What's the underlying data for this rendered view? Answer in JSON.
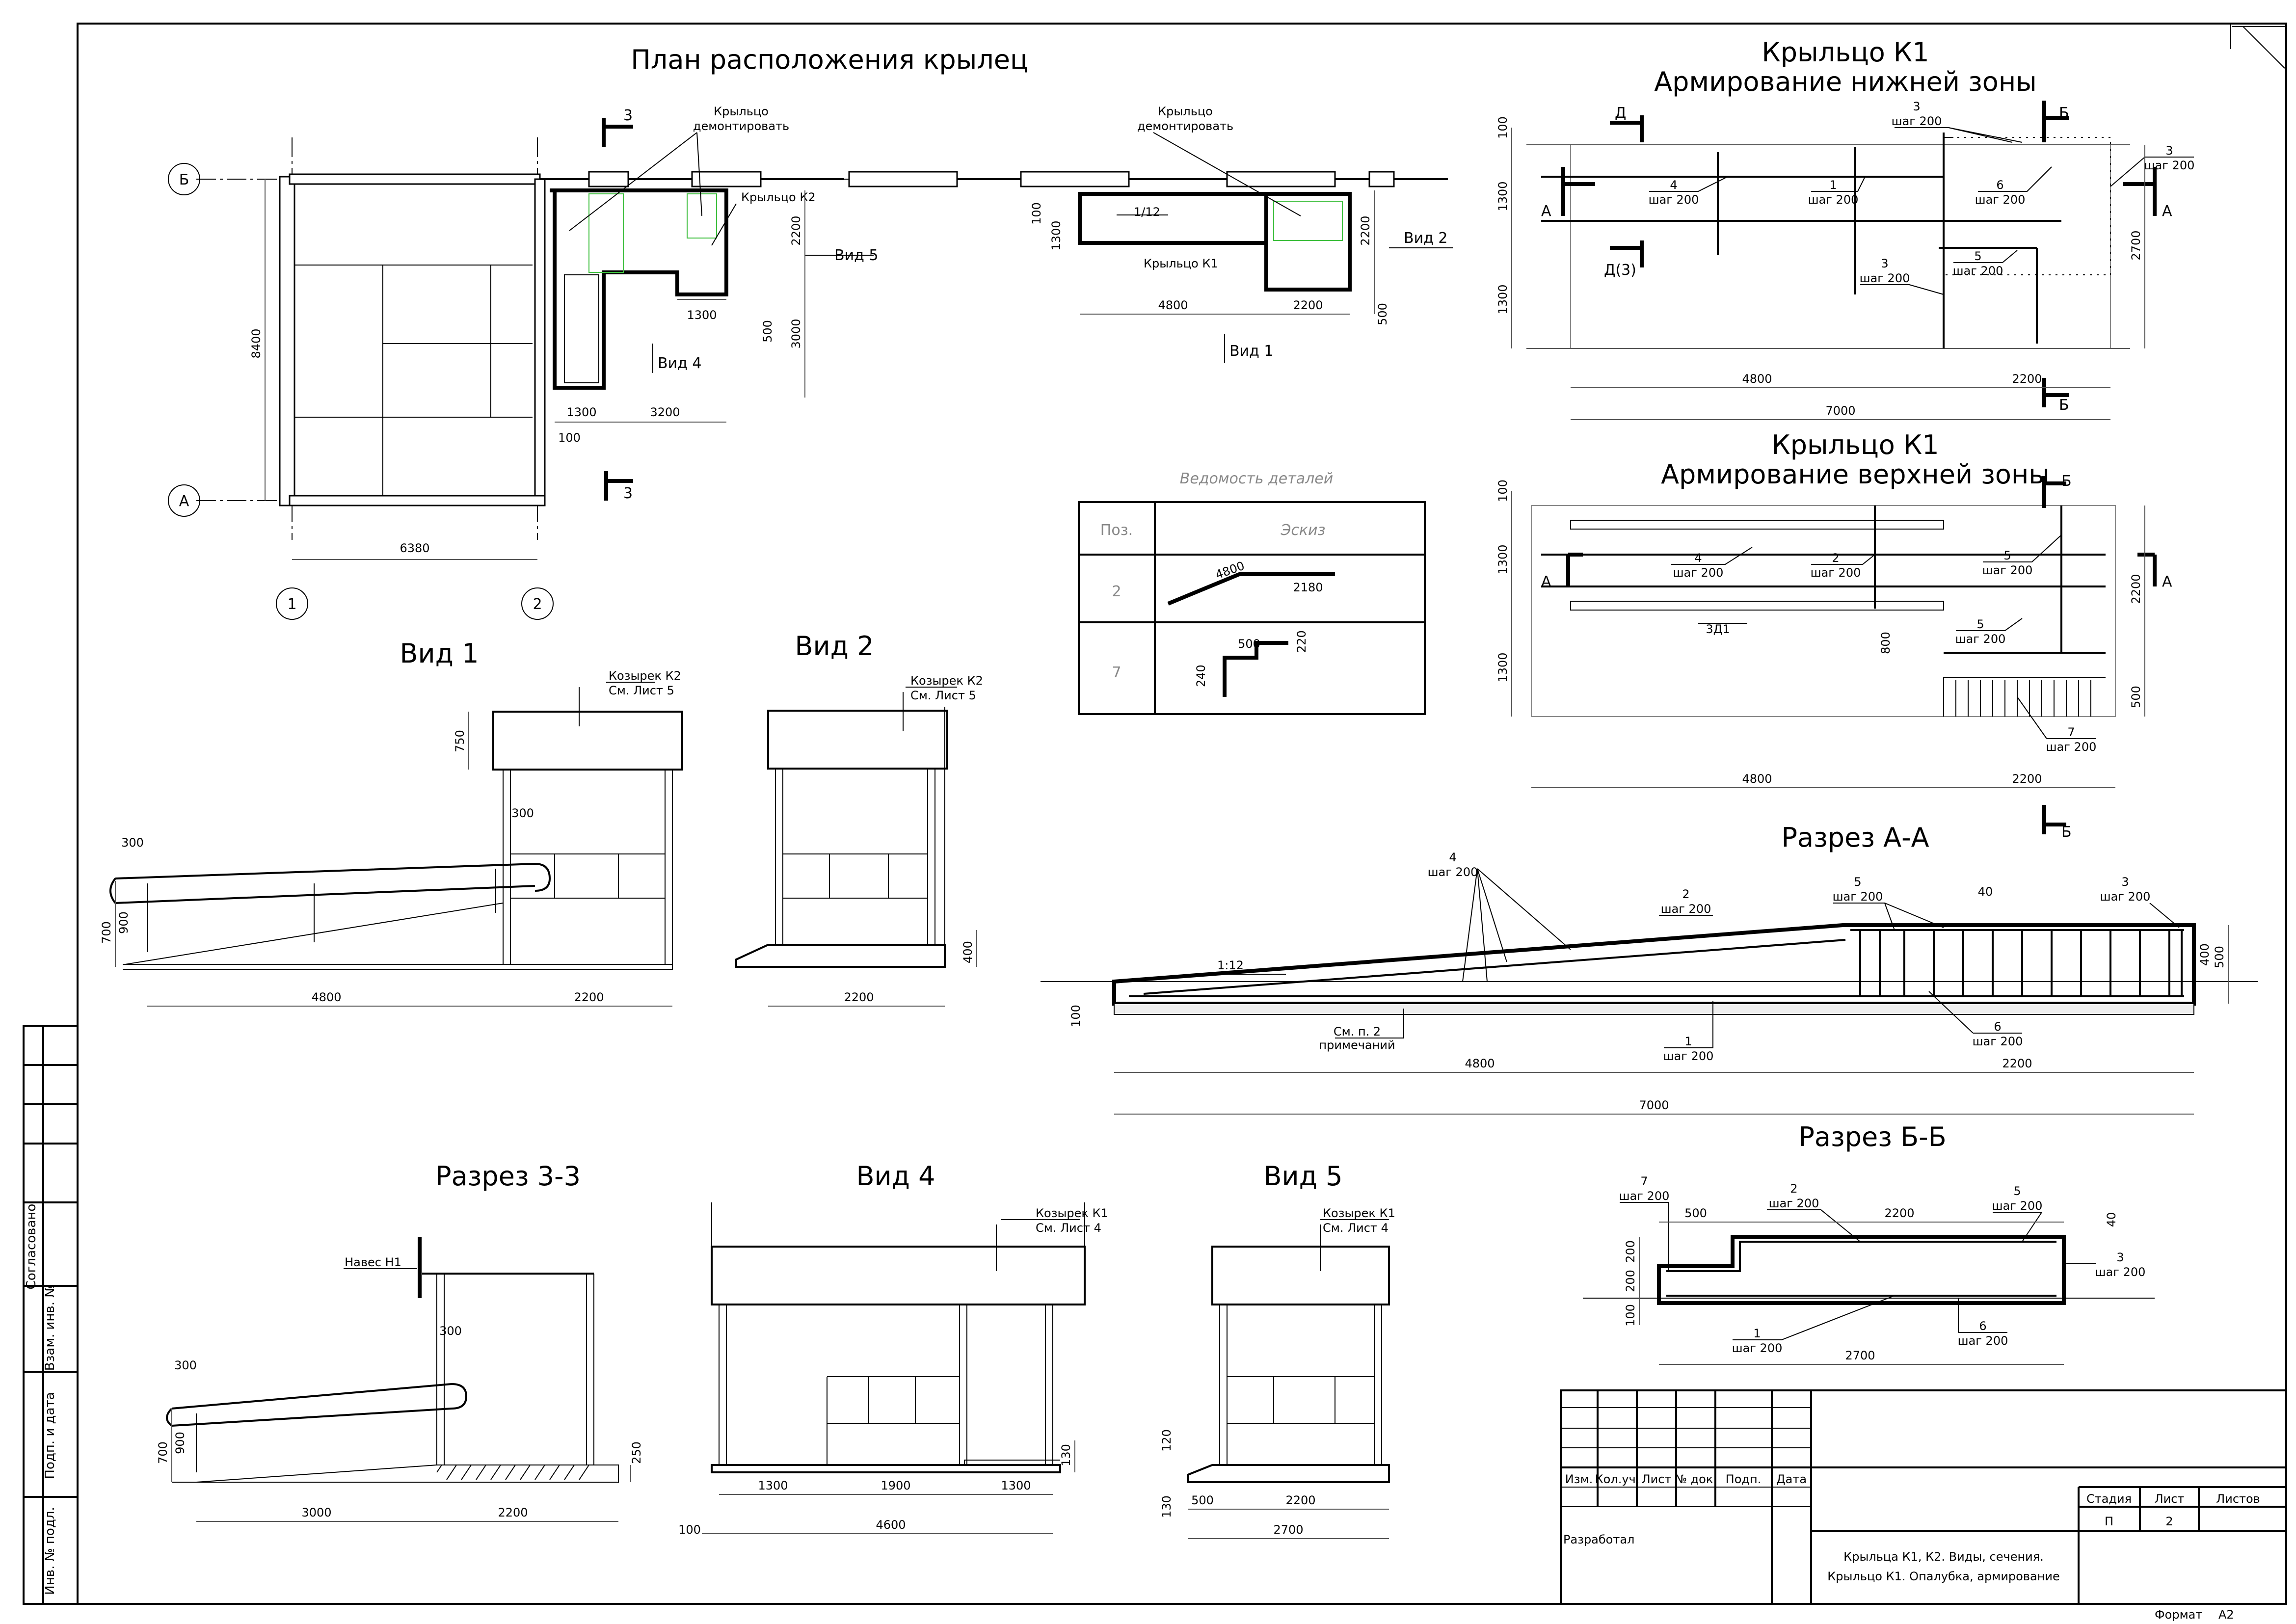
{
  "plan": {
    "title": "План расположения крылец",
    "axis_b": "Б",
    "axis_a": "А",
    "axis_1": "1",
    "axis_2": "2",
    "note_demolish": "Крыльцо\nдемонтировать",
    "porch_k2": "Крыльцо К2",
    "porch_k1": "Крыльцо К1",
    "slope": "1/12",
    "view1": "Вид 1",
    "view2": "Вид 2",
    "view4": "Вид 4",
    "view5": "Вид 5",
    "section3": "3",
    "dims": [
      "8400",
      "6380",
      "1300",
      "3200",
      "100",
      "2200",
      "3000",
      "500",
      "1300",
      "4800",
      "2200",
      "100",
      "1300",
      "2200",
      "500"
    ]
  },
  "k1_bottom": {
    "title1": "Крыльцо К1",
    "title2": "Армирование нижней зоны",
    "marks": [
      "3",
      "шаг 200",
      "4",
      "шаг 200",
      "1",
      "шаг 200",
      "6",
      "шаг 200",
      "3",
      "шаг 200",
      "5",
      "шаг 200",
      "3",
      "шаг 200"
    ],
    "cuts": [
      "Д",
      "Д(3)",
      "А",
      "А",
      "Б",
      "Б"
    ],
    "dims": [
      "100",
      "1300",
      "1300",
      "2700",
      "4800",
      "2200",
      "7000"
    ]
  },
  "k1_top": {
    "title1": "Крыльцо К1",
    "title2": "Армирование верхней зоны",
    "marks": [
      "4",
      "шаг 200",
      "2",
      "шаг 200",
      "5",
      "шаг 200",
      "5",
      "шаг 200",
      "7",
      "шаг 200"
    ],
    "zd": "3Д1",
    "cuts": [
      "Б",
      "Б",
      "А",
      "А"
    ],
    "dims": [
      "100",
      "1300",
      "1300",
      "800",
      "2200",
      "500",
      "4800",
      "2200"
    ]
  },
  "details": {
    "title": "Ведомость деталей",
    "col_pos": "Поз.",
    "col_sketch": "Эскиз",
    "rows": [
      {
        "pos": "2",
        "d1": "4800",
        "d2": "2180"
      },
      {
        "pos": "7",
        "d1": "500",
        "d2": "220",
        "d3": "240"
      }
    ]
  },
  "view1": {
    "title": "Вид 1",
    "canopy": "Козырек К2",
    "ref": "См. Лист 5",
    "dims": [
      "750",
      "300",
      "300",
      "700",
      "900",
      "4800",
      "2200"
    ]
  },
  "view2": {
    "title": "Вид 2",
    "canopy": "Козырек К2",
    "ref": "См. Лист 5",
    "dims": [
      "400",
      "2200"
    ]
  },
  "section_aa": {
    "title": "Разрез А-А",
    "marks": [
      "4",
      "шаг 200",
      "2",
      "шаг 200",
      "5",
      "шаг 200",
      "3",
      "шаг 200",
      "1",
      "шаг 200",
      "6",
      "шаг 200"
    ],
    "slope": "1:12",
    "note": "См. п. 2\nпримечаний",
    "dims": [
      "40",
      "400",
      "500",
      "100",
      "4800",
      "2200",
      "7000"
    ]
  },
  "section_bb": {
    "title": "Разрез Б-Б",
    "marks": [
      "7",
      "шаг 200",
      "2",
      "шаг 200",
      "5",
      "шаг 200",
      "3",
      "шаг 200",
      "1",
      "шаг 200",
      "6",
      "шаг 200"
    ],
    "dims": [
      "500",
      "2200",
      "40",
      "200",
      "200",
      "100",
      "2700"
    ]
  },
  "section_33": {
    "title": "Разрез 3-3",
    "canopy": "Навес Н1",
    "dims": [
      "300",
      "300",
      "700",
      "900",
      "250",
      "3000",
      "2200"
    ]
  },
  "view4": {
    "title": "Вид 4",
    "canopy": "Козырек К1",
    "ref": "См. Лист 4",
    "dims": [
      "130",
      "1300",
      "1900",
      "1300",
      "100",
      "4600"
    ]
  },
  "view5": {
    "title": "Вид 5",
    "canopy": "Козырек К1",
    "ref": "См. Лист 4",
    "dims": [
      "120",
      "130",
      "500",
      "2200",
      "2700"
    ]
  },
  "side_stamp": {
    "agreed": "Согласовано",
    "inv": "Взам. инв. №",
    "sign": "Подп. и дата",
    "inv_orig": "Инв. № подл."
  },
  "title_block": {
    "cols": [
      "Изм.",
      "Кол.уч.",
      "Лист",
      "№ док.",
      "Подп.",
      "Дата"
    ],
    "developed": "Разработал",
    "stage_h": "Стадия",
    "sheet_h": "Лист",
    "sheets_h": "Листов",
    "stage": "П",
    "sheet": "2",
    "name1": "Крыльца К1, К2. Виды, сечения.",
    "name2": "Крыльцо К1. Опалубка, армирование",
    "format_label": "Формат",
    "format": "А2"
  }
}
